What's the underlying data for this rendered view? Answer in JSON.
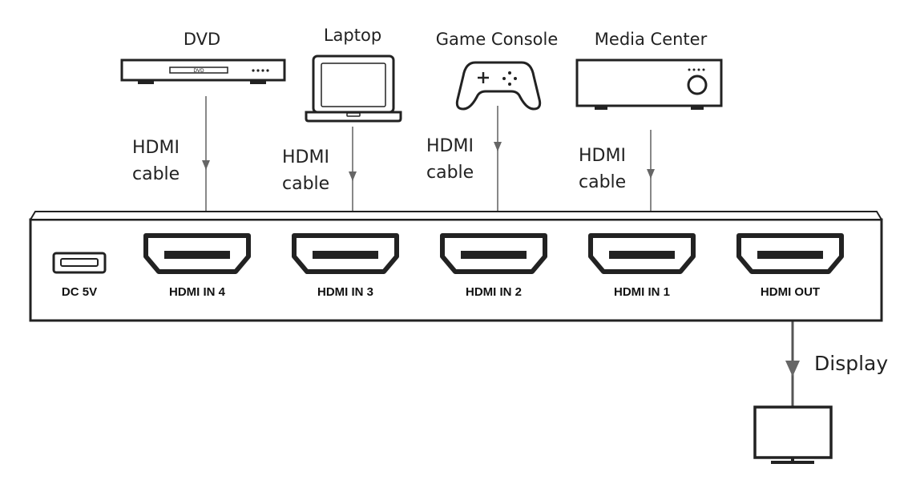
{
  "sources": [
    {
      "id": "dvd",
      "label": "DVD",
      "port": "HDMI IN 4",
      "screen_text": "DVD",
      "icon": "dvd-player-icon"
    },
    {
      "id": "laptop",
      "label": "Laptop",
      "port": "HDMI IN 3",
      "icon": "laptop-icon"
    },
    {
      "id": "console",
      "label": "Game Console",
      "port": "HDMI IN 2",
      "icon": "game-controller-icon"
    },
    {
      "id": "media",
      "label": "Media Center",
      "port": "HDMI IN 1",
      "icon": "media-center-icon"
    }
  ],
  "cable_label": "HDMI\ncable",
  "switch": {
    "power_label": "DC 5V",
    "output_label": "HDMI OUT"
  },
  "output": {
    "label": "Display",
    "icon": "monitor-icon"
  },
  "colors": {
    "stroke": "#222222",
    "arrow": "#666666",
    "line": "#888888"
  }
}
